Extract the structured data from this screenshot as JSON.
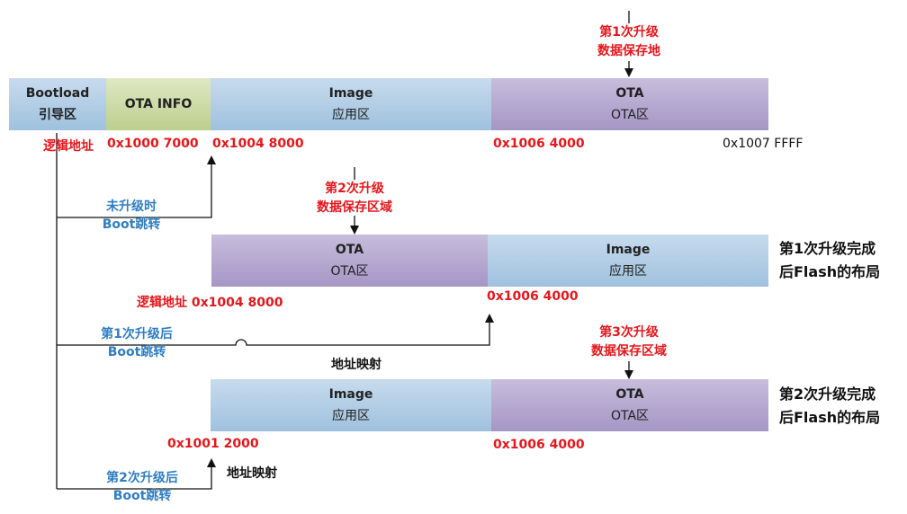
{
  "row1": {
    "bootload": {
      "title": "Bootload",
      "subtitle": "引导区"
    },
    "ota_info": {
      "title": "OTA INFO"
    },
    "image": {
      "title": "Image",
      "subtitle": "应用区"
    },
    "ota": {
      "title": "OTA",
      "subtitle": "OTA区"
    },
    "addr_label": "逻辑地址",
    "addr_ota_info": "0x1000 7000",
    "addr_image": "0x1004 8000",
    "addr_ota": "0x1006 4000",
    "addr_end": "0x1007 FFFF"
  },
  "notes": {
    "save1": {
      "line1": "第1次升级",
      "line2": "数据保存地"
    },
    "save2": {
      "line1": "第2次升级",
      "line2": "数据保存区域"
    },
    "save3": {
      "line1": "第3次升级",
      "line2": "数据保存区域"
    }
  },
  "jumps": {
    "not_upgraded": {
      "line1": "未升级时",
      "line2": "Boot跳转"
    },
    "first_upgrade": {
      "line1": "第1次升级后",
      "line2": "Boot跳转"
    },
    "second_upgrade": {
      "line1": "第2次升级后",
      "line2": "Boot跳转"
    }
  },
  "row2": {
    "ota": {
      "title": "OTA",
      "subtitle": "OTA区"
    },
    "image": {
      "title": "Image",
      "subtitle": "应用区"
    },
    "layout": {
      "line1": "第1次升级完成",
      "line2": "后Flash的布局"
    },
    "addr_logical": "逻辑地址 0x1004 8000",
    "addr_image": "0x1006 4000",
    "mapping": "地址映射"
  },
  "row3": {
    "image": {
      "title": "Image",
      "subtitle": "应用区"
    },
    "ota": {
      "title": "OTA",
      "subtitle": "OTA区"
    },
    "layout": {
      "line1": "第2次升级完成",
      "line2": "后Flash的布局"
    },
    "addr_image": "0x1001 2000",
    "addr_ota": "0x1006 4000",
    "mapping": "地址映射"
  },
  "colors": {
    "address_red": "#e5171c",
    "jump_blue": "#2f7ec1",
    "block_blue": "#9fc1de",
    "block_green": "#bccf8c",
    "block_purple": "#a596c5"
  }
}
